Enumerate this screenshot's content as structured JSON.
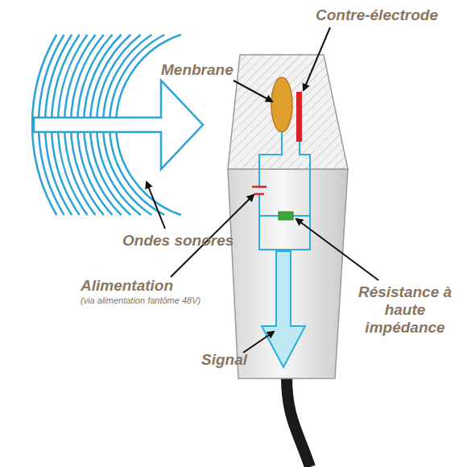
{
  "diagram": {
    "labels": [
      "Contre-électrode",
      "Menbrane",
      "Ondes sonores",
      "Alimentation",
      "(via alimentation fantôme 48V)",
      "Résistance à haute impédance",
      "Signal"
    ]
  }
}
